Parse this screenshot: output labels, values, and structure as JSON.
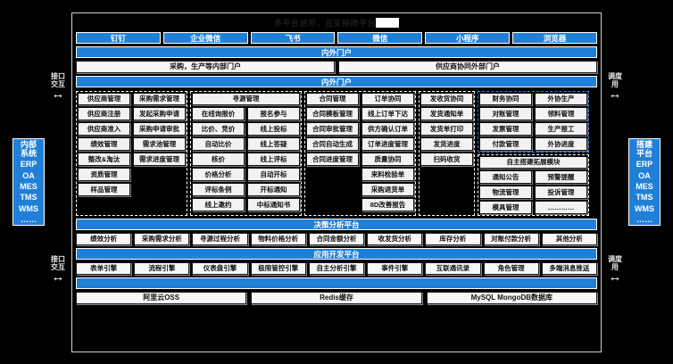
{
  "title": {
    "text": "多平台使用，且支持跨平台",
    "redacted": true
  },
  "platforms": [
    "钉钉",
    "企业微信",
    "飞书",
    "微信",
    "小程序",
    "浏览器"
  ],
  "portal_bar_top": "内外门户",
  "portals": [
    "采购，生产等内部门户",
    "供应商协同外部门户"
  ],
  "portal_bar_mid": "内外门户",
  "left_rail": {
    "header": "内部\n系统",
    "items": [
      "ERP",
      "OA",
      "MES",
      "TMS",
      "WMS",
      "……"
    ],
    "arrow_labels": [
      "接口\n交互",
      "接口\n交互"
    ],
    "arrow_icon": "↔"
  },
  "right_rail": {
    "header": "搭建\n平台",
    "items": [
      "ERP",
      "OA",
      "MES",
      "TMS",
      "WMS",
      "……"
    ],
    "arrow_labels": [
      "调度\n用",
      "调度\n用"
    ],
    "arrow_icon": "↔"
  },
  "modules": [
    {
      "group": "supplier",
      "accent": false,
      "columns": [
        {
          "head": "供应商管理",
          "items": [
            "供应商注册",
            "供应商准入",
            "绩效管理",
            "整改&淘汰",
            "资质管理",
            "样品管理"
          ]
        },
        {
          "head": "采购需求管理",
          "items": [
            "发起采购申请",
            "采购申请审批",
            "需求池管理",
            "需求进度管理"
          ]
        }
      ]
    },
    {
      "group": "sourcing",
      "accent": false,
      "span_head": "寻源管理",
      "columns": [
        {
          "head": "",
          "items": [
            "在线询报价",
            "比价、竞价",
            "自动比价",
            "核价",
            "价格分析",
            "评标条例",
            "线上邀约"
          ]
        },
        {
          "head": "",
          "items": [
            "报名参与",
            "线上投标",
            "线上答疑",
            "线上评标",
            "自动开标",
            "开标通知",
            "中标通知书"
          ]
        }
      ]
    },
    {
      "group": "contract-order",
      "accent": false,
      "columns": [
        {
          "head": "合同管理",
          "items": [
            "合同模板管理",
            "合同审批管理",
            "合同自动生成",
            "合同进度管理"
          ]
        },
        {
          "head": "订单协同",
          "items": [
            "线上订单下达",
            "供方确认订单",
            "订单进度管理",
            "质量协同",
            "来料检验单",
            "采购退货单",
            "8D改善报告"
          ]
        }
      ]
    },
    {
      "group": "shipping",
      "accent": false,
      "columns": [
        {
          "head": "发收货协同",
          "items": [
            "发货通知单",
            "发货单打印",
            "发货进度",
            "扫码收货"
          ]
        }
      ]
    },
    {
      "group": "finance-outsource",
      "accent": true,
      "columns": [
        {
          "head": "财务协同",
          "items": [
            "对账管理",
            "发票管理",
            "付款管理"
          ]
        },
        {
          "head": "外协生产",
          "items": [
            "领料管理",
            "生产报工",
            "外协进度"
          ]
        }
      ]
    }
  ],
  "extend": {
    "head": "自主搭建拓展模块",
    "rows": [
      [
        "通知公告",
        "预警提醒"
      ],
      [
        "物流管理",
        "投诉管理"
      ],
      [
        "模具管理",
        "…………"
      ]
    ]
  },
  "decision": {
    "title": "决策分析平台",
    "items": [
      "绩效分析",
      "采购需求分析",
      "寻源过程分析",
      "物料价格分析",
      "合同金额分析",
      "收发货分析",
      "库存分析",
      "对账付款分析",
      "其他分析"
    ]
  },
  "appdev": {
    "title": "应用开发平台",
    "items": [
      "表单引擎",
      "流程引擎",
      "仪表盘引擎",
      "极限管控引擎",
      "自主分析引擎",
      "事件引擎",
      "互联通讯录",
      "角色管理",
      "多端消息推送"
    ]
  },
  "infra_bar": "",
  "infra": [
    "阿里云OSS",
    "Redis缓存",
    "MySQL MongoDB数据库"
  ],
  "colors": {
    "accent": "#2080D8",
    "accent_dash": "#2f7fe0",
    "background": "#000000",
    "box": "#f2f2f2"
  }
}
